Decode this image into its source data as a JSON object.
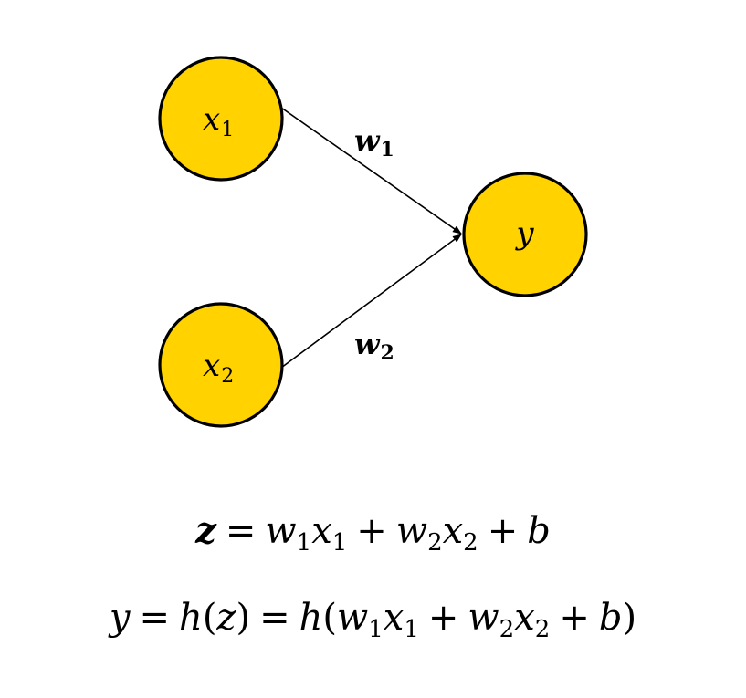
{
  "diagram": {
    "nodes": [
      {
        "id": "x1",
        "var": "x",
        "sub": "1"
      },
      {
        "id": "x2",
        "var": "x",
        "sub": "2"
      },
      {
        "id": "y",
        "var": "y",
        "sub": ""
      }
    ],
    "edges": [
      {
        "from": "x1",
        "to": "y",
        "var": "w",
        "sub": "1"
      },
      {
        "from": "x2",
        "to": "y",
        "var": "w",
        "sub": "2"
      }
    ],
    "colors": {
      "node_fill": "#FFD200",
      "node_stroke": "#000000",
      "edge": "#000000"
    }
  },
  "equations": {
    "eq1": {
      "lhs": "z",
      "eq": "=",
      "t1_w": "w",
      "t1_wsub": "1",
      "t1_x": "x",
      "t1_xsub": "1",
      "plus1": "+",
      "t2_w": "w",
      "t2_wsub": "2",
      "t2_x": "x",
      "t2_xsub": "2",
      "plus2": "+",
      "bias": "b"
    },
    "eq2": {
      "lhs": "y",
      "eq1": "=",
      "h1": "h",
      "lp1": "(",
      "z": "z",
      "rp1": ")",
      "eq2": "=",
      "h2": "h",
      "lp2": "(",
      "t1_w": "w",
      "t1_wsub": "1",
      "t1_x": "x",
      "t1_xsub": "1",
      "plus1": "+",
      "t2_w": "w",
      "t2_wsub": "2",
      "t2_x": "x",
      "t2_xsub": "2",
      "plus2": "+",
      "bias": "b",
      "rp2": ")"
    }
  }
}
